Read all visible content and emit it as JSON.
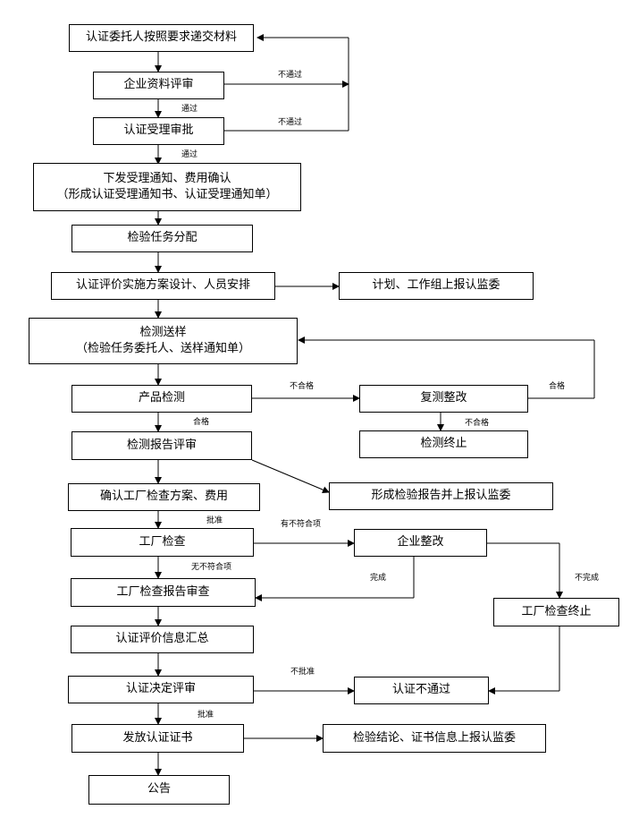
{
  "nodes": {
    "submit_materials": "认证委托人按照要求递交材料",
    "doc_review": "企业资料评审",
    "accept_approval": "认证受理审批",
    "notice_line1": "下发受理通知、费用确认",
    "notice_line2": "（形成认证受理通知书、认证受理通知单）",
    "task_assign": "检验任务分配",
    "plan_design": "认证评价实施方案设计、人员安排",
    "report_plan": "计划、工作组上报认监委",
    "sample_line1": "检测送样",
    "sample_line2": "（检验任务委托人、送样通知单）",
    "product_test": "产品检测",
    "retest": "复测整改",
    "test_stop": "检测终止",
    "test_report_review": "检测报告评审",
    "form_report": "形成检验报告并上报认监委",
    "confirm_factory_plan": "确认工厂检查方案、费用",
    "factory_inspection": "工厂检查",
    "enterprise_rectify": "企业整改",
    "factory_report_review": "工厂检查报告审查",
    "factory_stop": "工厂检查终止",
    "info_summary": "认证评价信息汇总",
    "decision_review": "认证决定评审",
    "not_passed": "认证不通过",
    "issue_cert": "发放认证证书",
    "report_conclusion": "检验结论、证书信息上报认监委",
    "announcement": "公告"
  },
  "labels": {
    "fail_1": "不通过",
    "pass_1": "通过",
    "fail_2": "不通过",
    "pass_2": "通过",
    "unqualified": "不合格",
    "qualified_right": "合格",
    "qualified": "合格",
    "unqualified_2": "不合格",
    "approve_1": "批准",
    "has_nonconform": "有不符合项",
    "no_nonconform": "无不符合项",
    "completed": "完成",
    "not_completed": "不完成",
    "not_approved": "不批准",
    "approve_2": "批准"
  }
}
